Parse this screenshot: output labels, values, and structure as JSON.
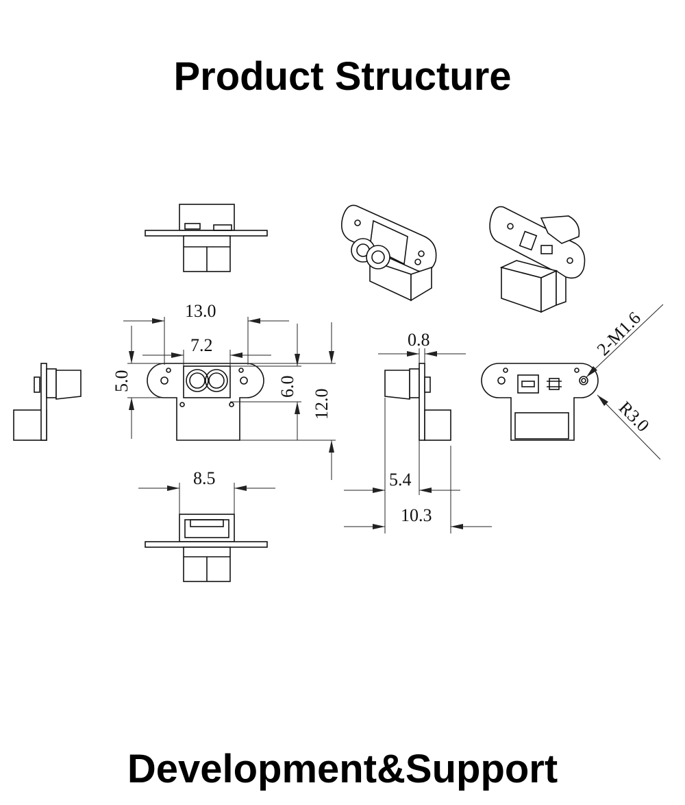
{
  "page": {
    "title": "Product Structure",
    "footer": "Development&Support"
  },
  "dimensions": {
    "overall_width": "13.0",
    "window_width": "7.2",
    "tab_height": "5.0",
    "window_height": "6.0",
    "overall_height": "12.0",
    "thickness": "0.8",
    "connector_width": "8.5",
    "depth_front": "5.4",
    "depth_total": "10.3",
    "hole_spec": "2-M1.6",
    "corner_radius": "R3.0"
  }
}
